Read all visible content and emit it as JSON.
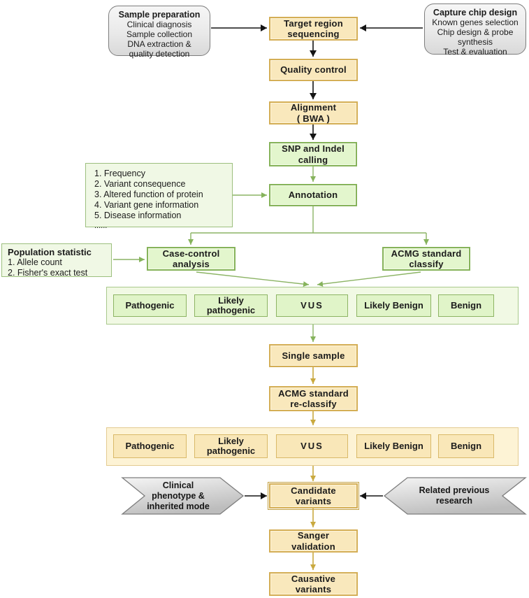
{
  "diagram_title": "Target region sequencing variant analysis pipeline flowchart",
  "colors": {
    "yellow_fill": "#f9e8bc",
    "yellow_border": "#d4ae55",
    "green_fill": "#e3f6cd",
    "green_border": "#86b35a",
    "green_panel_fill": "#f1f9e4",
    "yellow_panel_fill": "#fdf3d5",
    "gray_fill": "#ededed",
    "gray_border": "#7d7d7d",
    "arrow_black": "#141414",
    "arrow_green": "#8cb465",
    "arrow_gold": "#c9a93f"
  },
  "sample_prep": {
    "title": "Sample preparation",
    "line1": "Clinical diagnosis",
    "line2": "Sample collection",
    "line3": "DNA extraction &",
    "line4": "quality detection"
  },
  "capture_chip": {
    "title": "Capture chip design",
    "line1": "Known genes selection",
    "line2": "Chip design & probe",
    "line3": "synthesis",
    "line4": "Test & evaluation"
  },
  "flow": {
    "target_region": "Target region\nsequencing",
    "quality_control": "Quality control",
    "alignment": "Alignment\n( BWA )",
    "snp_indel": "SNP and Indel\ncalling",
    "annotation": "Annotation",
    "case_control": "Case-control\nanalysis",
    "acmg_classify": "ACMG standard\nclassify",
    "single_sample": "Single sample",
    "acmg_reclassify": "ACMG standard\nre-classify",
    "candidate_variants": "Candidate\nvariants",
    "sanger_validation": "Sanger\nvalidation",
    "causative_variants": "Causative\nvariants"
  },
  "annotation_list": {
    "line1": "1. Frequency",
    "line2": "2. Variant consequence",
    "line3": "3. Altered function of protein",
    "line4": "4. Variant gene information",
    "line5": "5. Disease information",
    "line6": "......"
  },
  "population": {
    "title": "Population statistic",
    "line1": "1. Allele count",
    "line2": "2. Fisher's exact test"
  },
  "classification": {
    "items": [
      "Pathogenic",
      "Likely\npathogenic",
      "VUS",
      "Likely Benign",
      "Benign"
    ]
  },
  "banners": {
    "clinical": "Clinical\nphenotype &\ninherited mode",
    "related": "Related previous\nresearch"
  }
}
